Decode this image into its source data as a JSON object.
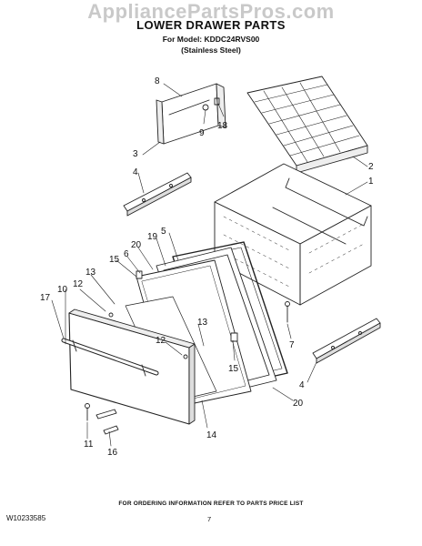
{
  "watermark": "AppliancePartsPros.com",
  "header": {
    "title": "LOWER DRAWER PARTS",
    "model": "For Model: KDDC24RVS00",
    "material": "(Stainless Steel)"
  },
  "callouts": [
    "8",
    "9",
    "18",
    "3",
    "4",
    "2",
    "1",
    "5",
    "19",
    "20",
    "6",
    "15",
    "13",
    "12",
    "10",
    "17",
    "13",
    "12",
    "15",
    "7",
    "4",
    "20",
    "14",
    "11",
    "16"
  ],
  "footer": {
    "note": "FOR ORDERING INFORMATION REFER TO PARTS PRICE LIST",
    "doc_id": "W10233585",
    "page": "7"
  }
}
